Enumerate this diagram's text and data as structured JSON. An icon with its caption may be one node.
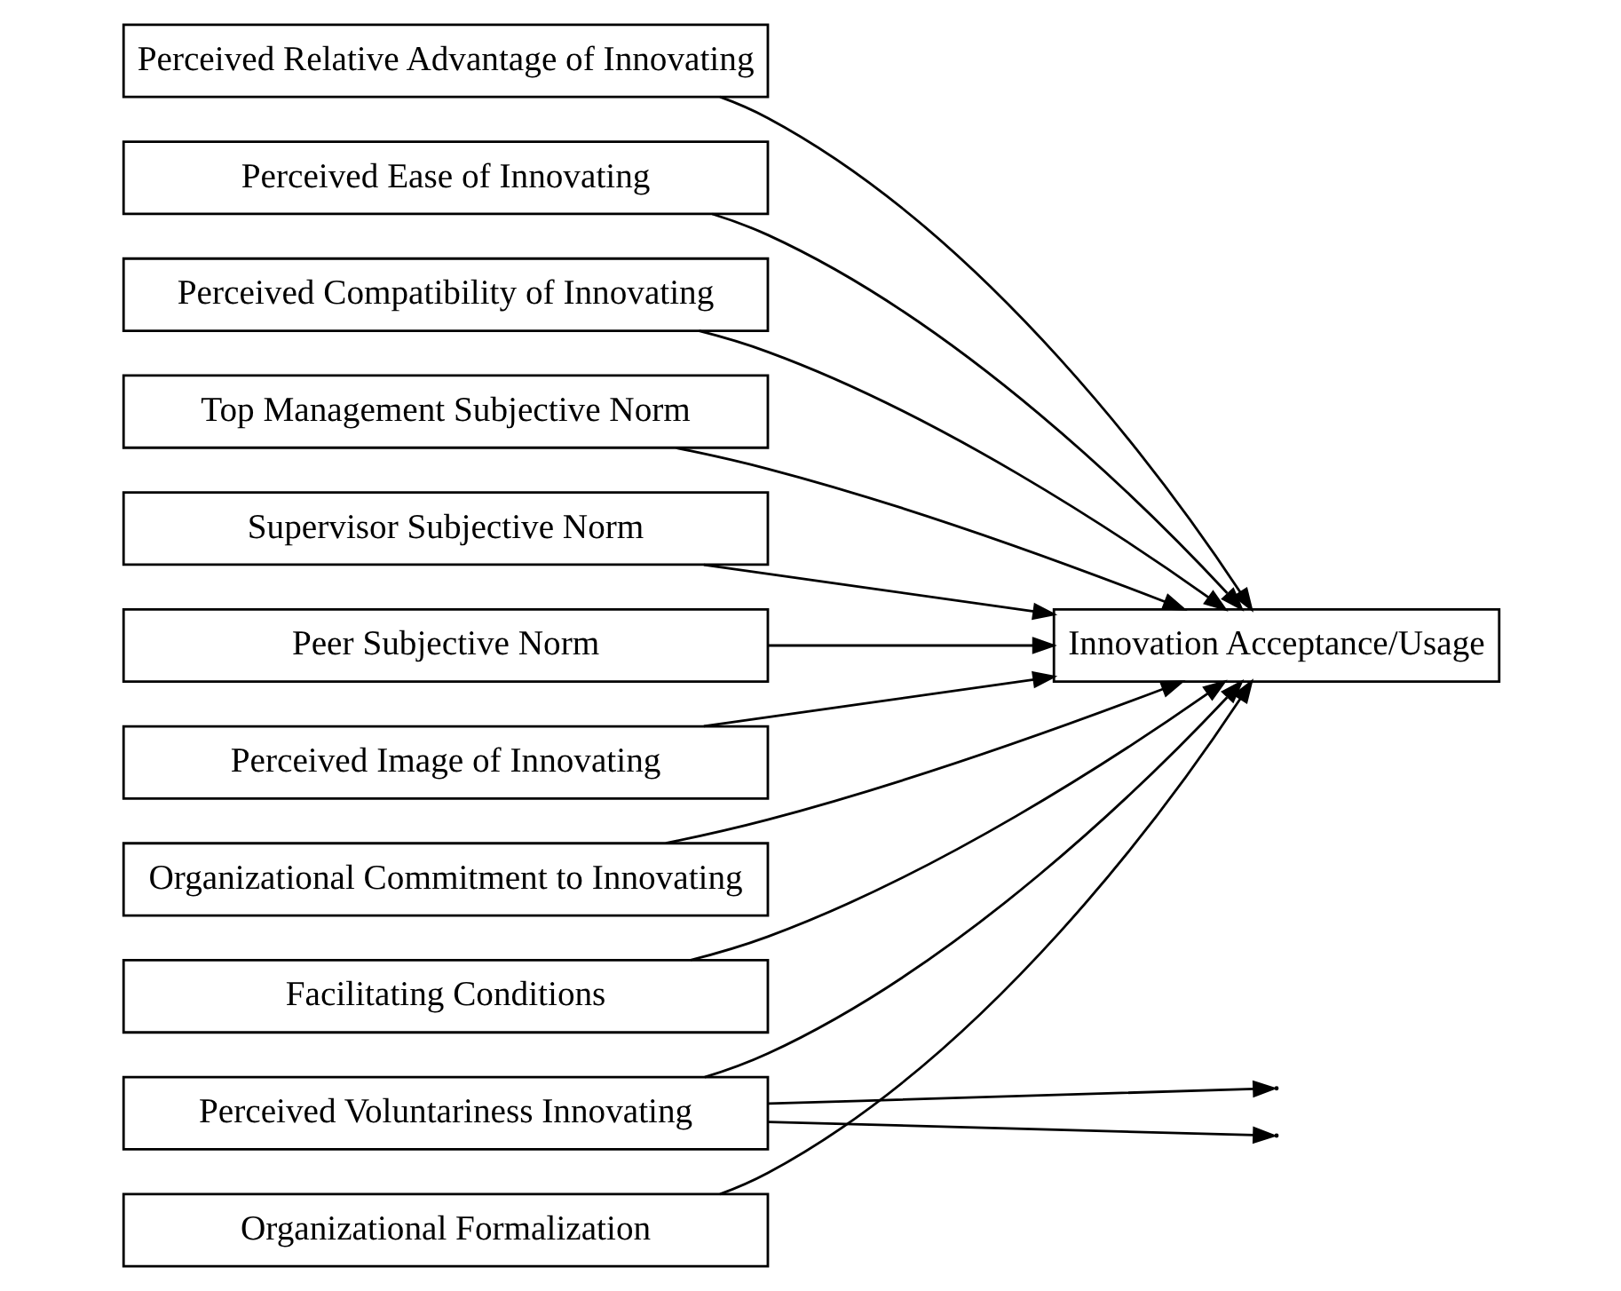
{
  "diagram": {
    "nodes": [
      {
        "text": [
          "Perceived Relative Advantage of Innovating"
        ]
      },
      {
        "text": [
          "Perceived Ease of Innovating"
        ]
      },
      {
        "text": [
          "Perceived Compatibility of Innovating"
        ]
      },
      {
        "text": [
          "Top Management Subjective Norm"
        ]
      },
      {
        "text": [
          "Supervisor Subjective Norm"
        ]
      },
      {
        "text": [
          "Peer Subjective Norm"
        ]
      },
      {
        "text": [
          "Perceived Image of Innovating"
        ]
      },
      {
        "text": [
          "Organizational Commitment to Innovating"
        ]
      },
      {
        "text": [
          "Facilitating Conditions"
        ]
      },
      {
        "text": [
          "Perceived Voluntariness Innovating"
        ]
      },
      {
        "text": [
          "Organizational Formalization"
        ]
      },
      {
        "text": [
          "Innovation Acceptance/Usage"
        ]
      }
    ],
    "edges": [
      {
        "from": 0,
        "to": 11,
        "arrow": "to"
      },
      {
        "from": 1,
        "to": 11,
        "arrow": "to"
      },
      {
        "from": 2,
        "to": 11,
        "arrow": "to"
      },
      {
        "from": 3,
        "to": 11,
        "arrow": "to"
      },
      {
        "from": 4,
        "to": 11,
        "arrow": "to"
      },
      {
        "from": 5,
        "to": 11,
        "arrow": "to"
      },
      {
        "from": 6,
        "to": 11,
        "arrow": "to"
      },
      {
        "from": 7,
        "to": 11,
        "arrow": "to"
      },
      {
        "from": 8,
        "to": 11,
        "arrow": "to"
      },
      {
        "from": 9,
        "to": 11,
        "arrow": "to"
      },
      {
        "from": 10,
        "to": 11,
        "arrow": "to"
      },
      {
        "from": 9,
        "to": null,
        "arrow": "to"
      },
      {
        "from": 9,
        "to": null,
        "arrow": "to"
      }
    ]
  }
}
